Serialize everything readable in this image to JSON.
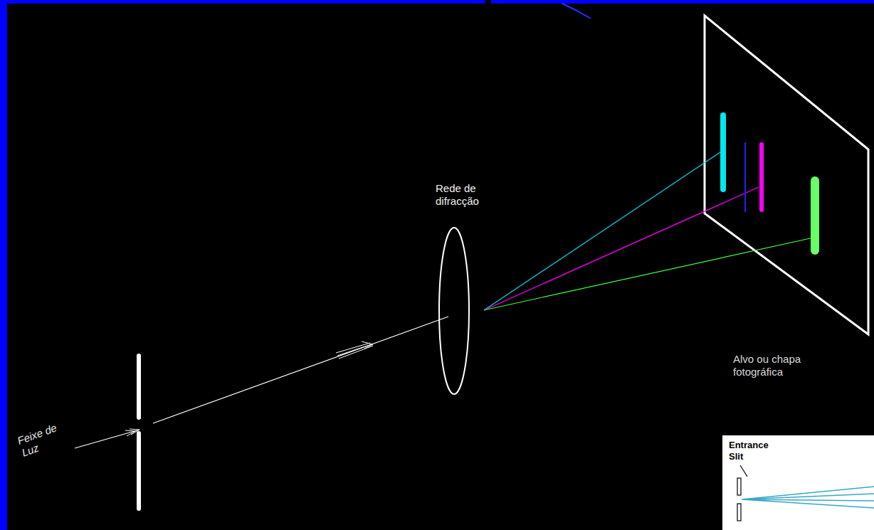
{
  "diagram": {
    "labels": [
      "Feixe de Luz",
      "Rede de difracção",
      "Alvo ou chapa fotográfica",
      "Entrance Slit"
    ]
  }
}
